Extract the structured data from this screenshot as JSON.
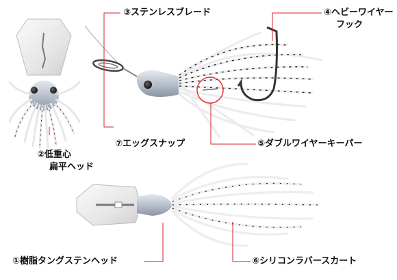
{
  "labels": {
    "blade": {
      "num": "③",
      "text": "ステンレスブレード"
    },
    "hook": {
      "num": "④",
      "text": "ヘビーワイヤー",
      "line2": "フック"
    },
    "head": {
      "num": "②",
      "text": "低重心",
      "line2": "扁平ヘッド"
    },
    "snap": {
      "num": "⑦",
      "text": "エッグスナップ"
    },
    "keeper": {
      "num": "⑤",
      "text": "ダブルワイヤーキーパー"
    },
    "tungsten": {
      "num": "①",
      "text": "樹脂タングステンヘッド"
    },
    "skirt": {
      "num": "⑥",
      "text": "シリコンラバースカート"
    }
  },
  "colors": {
    "leader_line": "#d8202a",
    "circle_highlight": "#e53030",
    "skirt": "#f2f2f4",
    "skirt_spots": "#222222",
    "head_body": "#c8cdd6",
    "blade": "#efefef"
  }
}
